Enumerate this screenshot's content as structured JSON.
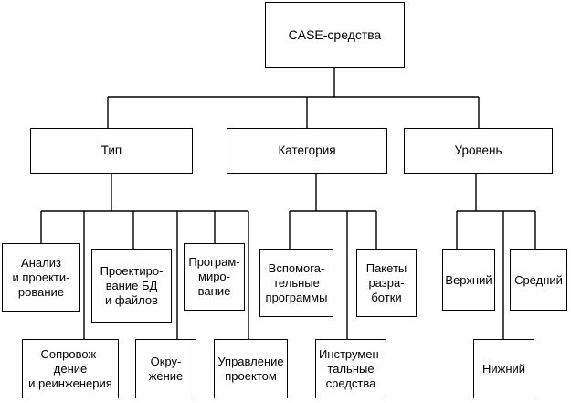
{
  "root": {
    "label": "CASE-средства"
  },
  "categories": [
    {
      "label": "Тип",
      "children": [
        {
          "label": "Анализ\nи проекти-\nрование"
        },
        {
          "label": "Сопровож-\nдение\nи реинженерия"
        },
        {
          "label": "Проектиро-\nвание БД\nи файлов"
        },
        {
          "label": "Окру-\nжение"
        },
        {
          "label": "Програм-\nмиро-\nвание"
        },
        {
          "label": "Управление\nпроектом"
        }
      ]
    },
    {
      "label": "Категория",
      "children": [
        {
          "label": "Вспомога-\nтельные\nпрограммы"
        },
        {
          "label": "Инструмен-\nтальные\nсредства"
        },
        {
          "label": "Пакеты\nразра-\nботки"
        }
      ]
    },
    {
      "label": "Уровень",
      "children": [
        {
          "label": "Верхний"
        },
        {
          "label": "Нижний"
        },
        {
          "label": "Средний"
        }
      ]
    }
  ]
}
